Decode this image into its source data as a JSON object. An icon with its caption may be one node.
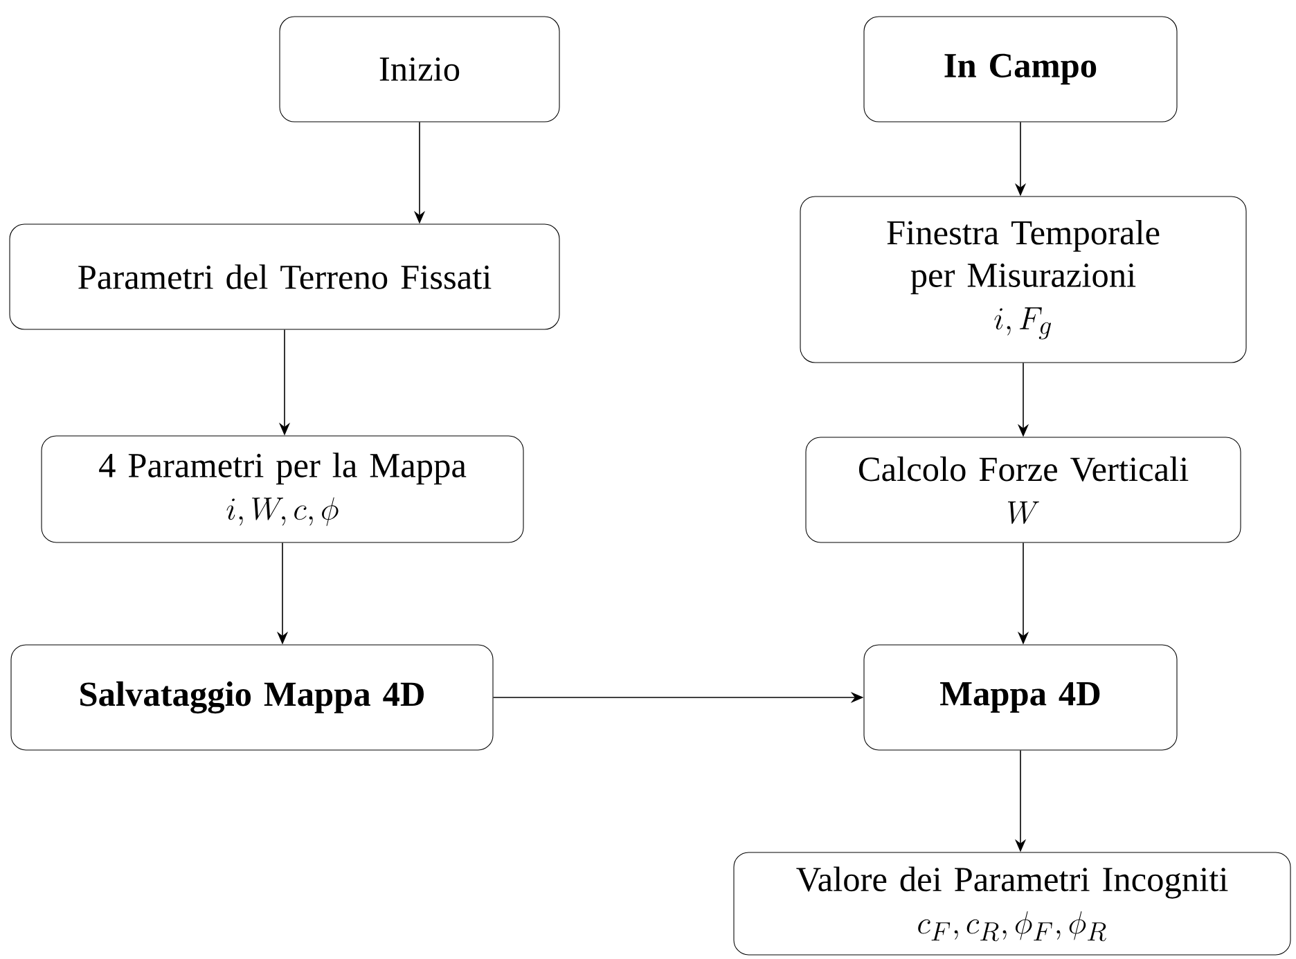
{
  "diagram": {
    "nodes": [
      {
        "text": [
          "Inizio"
        ]
      },
      {
        "text": [
          "Parametri del Terreno Fissati"
        ]
      },
      {
        "text": [
          "4 Parametri per la Mappa",
          "i, W, c, \\phi"
        ]
      },
      {
        "text": [
          "Salvataggio Mappa 4D"
        ]
      },
      {
        "text": [
          "In Campo"
        ]
      },
      {
        "text": [
          "Finestra Temporale per Misurazioni",
          "i, F_g"
        ]
      },
      {
        "text": [
          "Calcolo Forze Verticali",
          "W"
        ]
      },
      {
        "text": [
          "Mappa 4D"
        ]
      },
      {
        "text": [
          "Valore dei Parametri Incogniti",
          "c_F, c_R, \\phi_F, \\phi_R"
        ]
      }
    ],
    "edges": [
      {
        "from": 0,
        "to": 1,
        "arrow": "to"
      },
      {
        "from": 1,
        "to": 2,
        "arrow": "to"
      },
      {
        "from": 2,
        "to": 3,
        "arrow": "to"
      },
      {
        "from": 3,
        "to": 7,
        "arrow": "to"
      },
      {
        "from": 4,
        "to": 5,
        "arrow": "to"
      },
      {
        "from": 5,
        "to": 6,
        "arrow": "to"
      },
      {
        "from": 6,
        "to": 7,
        "arrow": "to"
      },
      {
        "from": 7,
        "to": 8,
        "arrow": "to"
      }
    ]
  }
}
